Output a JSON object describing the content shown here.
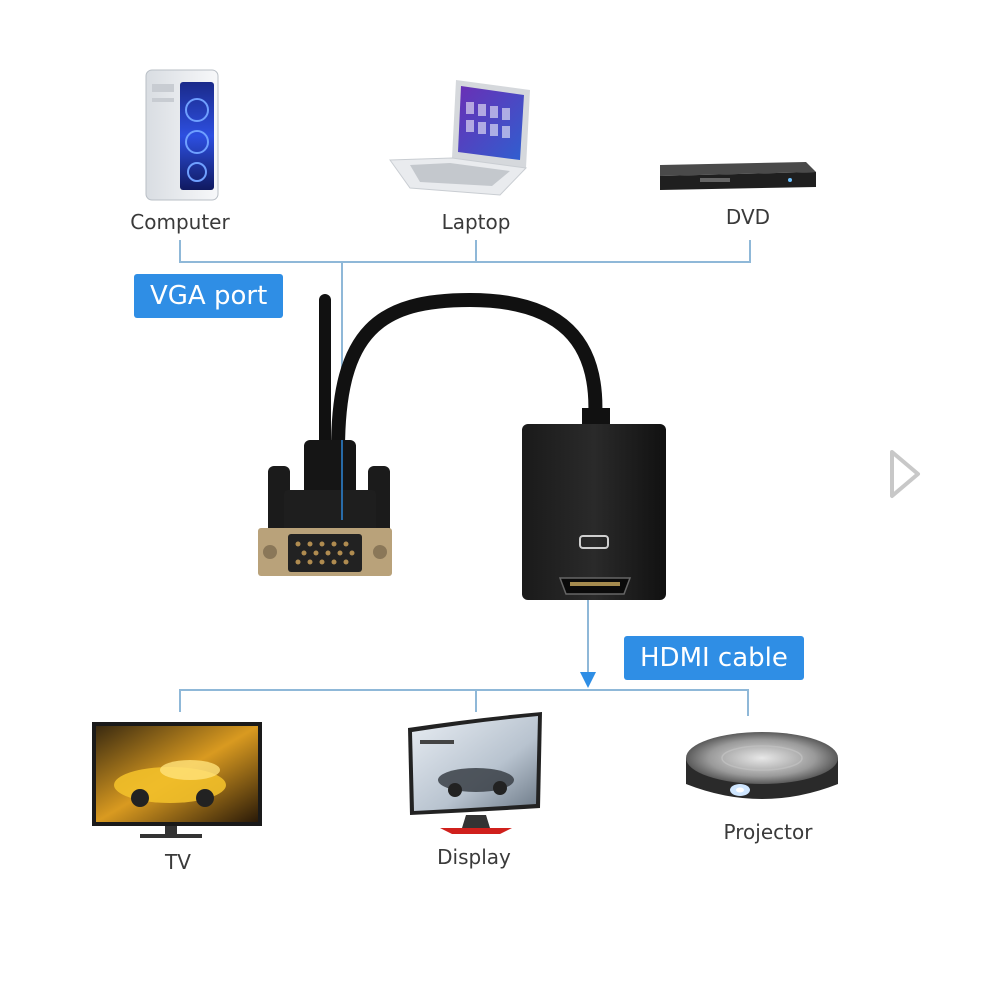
{
  "sources": {
    "computer": "Computer",
    "laptop": "Laptop",
    "dvd": "DVD"
  },
  "outputs": {
    "tv": "TV",
    "display": "Display",
    "projector": "Projector"
  },
  "tags": {
    "vga": "VGA port",
    "hdmi": "HDMI cable"
  },
  "colors": {
    "accent": "#2f8ee5",
    "line": "#8fb8d8",
    "cable": "#111111"
  },
  "icons": {
    "next": "chevron-right-icon"
  }
}
